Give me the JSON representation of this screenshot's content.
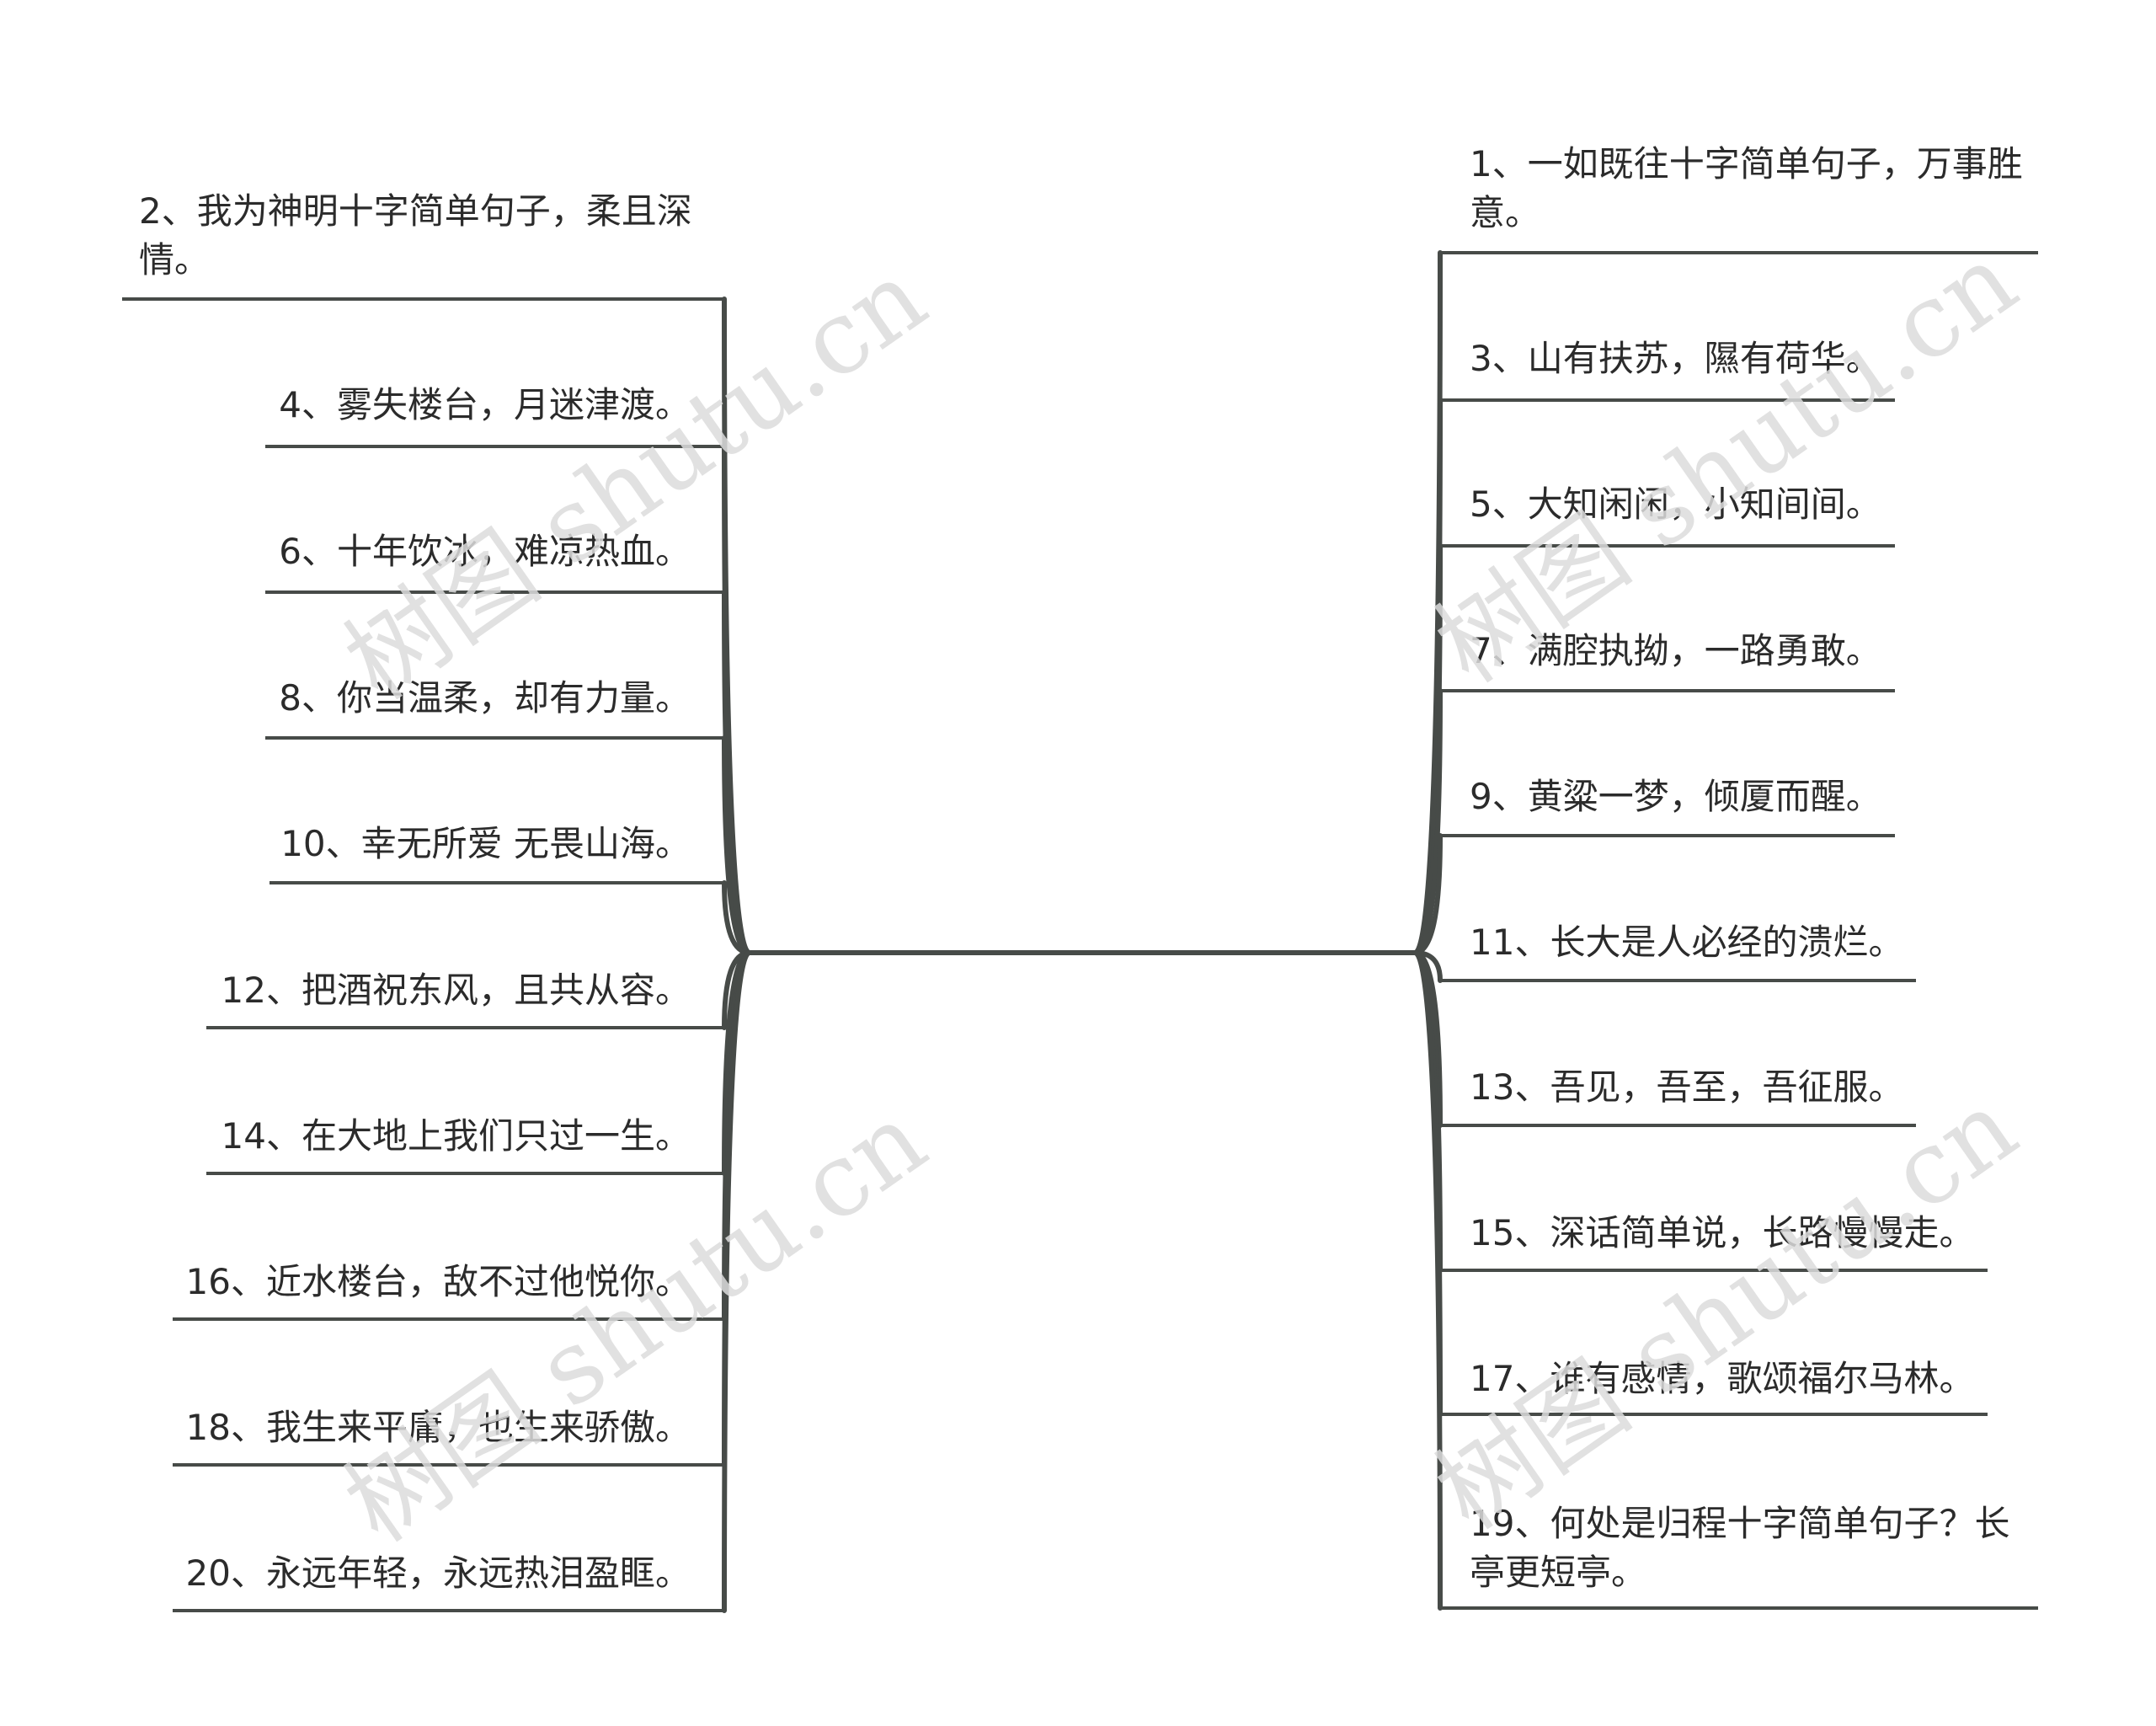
{
  "watermark_text": "树图 shutu.cn",
  "left_nodes": [
    "2、我为神明十字简单句子，柔且深情。",
    "4、雾失楼台，月迷津渡。",
    "6、十年饮冰，难凉热血。",
    "8、你当温柔，却有力量。",
    "10、幸无所爱 无畏山海。",
    "12、把酒祝东风，且共从容。",
    "14、在大地上我们只过一生。",
    "16、近水楼台，敌不过他悦你。",
    "18、我生来平庸，也生来骄傲。",
    "20、永远年轻，永远热泪盈眶。"
  ],
  "right_nodes": [
    "1、一如既往十字简单句子，万事胜意。",
    "3、山有扶苏，隰有荷华。",
    "5、大知闲闲，小知间间。",
    "7、满腔执拗，一路勇敢。",
    "9、黄粱一梦，倾厦而醒。",
    "11、长大是人必经的溃烂。",
    "13、吾见，吾至，吾征服。",
    "15、深话简单说，长路慢慢走。",
    "17、谁有感情，歌颂福尔马林。",
    "19、何处是归程十字简单句子？长亭更短亭。"
  ],
  "colors": {
    "line": "#474b48",
    "text": "#2b2b2b",
    "watermark": "#dcdcdc"
  }
}
